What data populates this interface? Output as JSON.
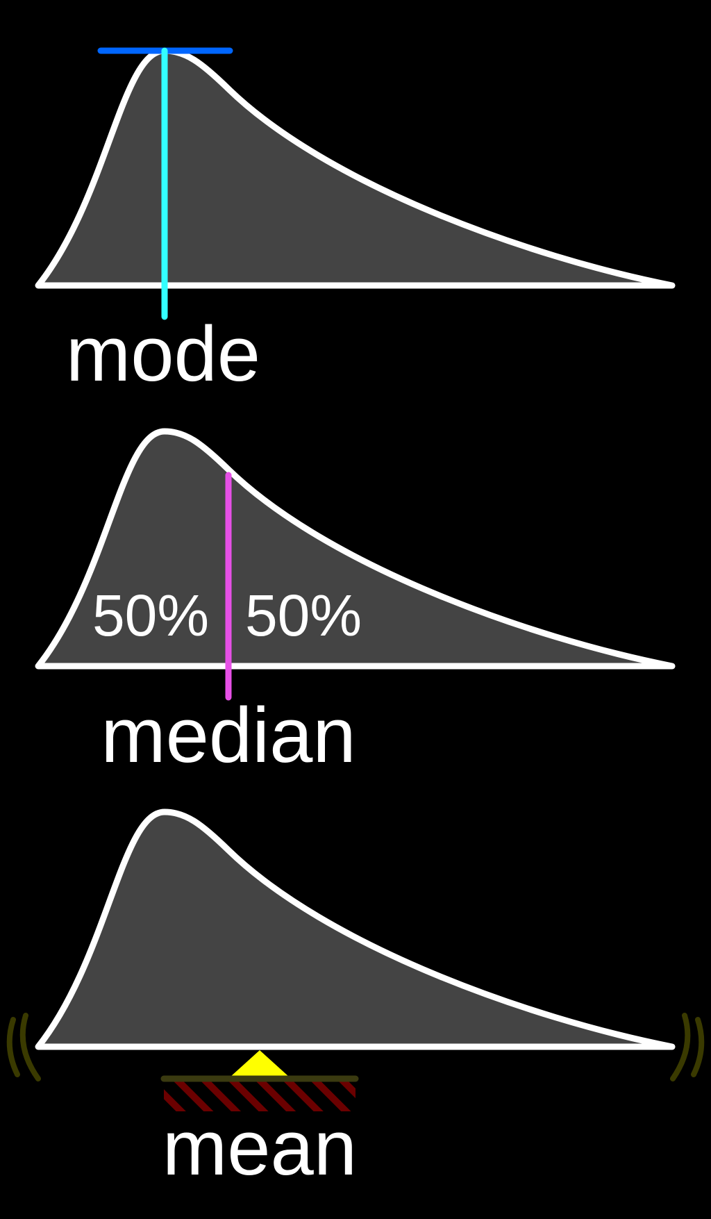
{
  "colors": {
    "background": "#000000",
    "curve_fill": "#444444",
    "curve_stroke": "#ffffff",
    "mode_line": "#33ffff",
    "mode_peak_bar": "#0066ff",
    "median_line": "#e650e6",
    "left_half_hatch": "#4d4dff",
    "right_half_hatch": "#8b3a3a",
    "fulcrum": "#ffff00",
    "beam": "#3a3a10",
    "beam_hatch": "#6b0000",
    "wobble_marks": "#3a3a00"
  },
  "panels": [
    {
      "id": "mode",
      "label": "mode"
    },
    {
      "id": "median",
      "label": "median",
      "left_percent": "50%",
      "right_percent": "50%"
    },
    {
      "id": "mean",
      "label": "mean"
    }
  ]
}
